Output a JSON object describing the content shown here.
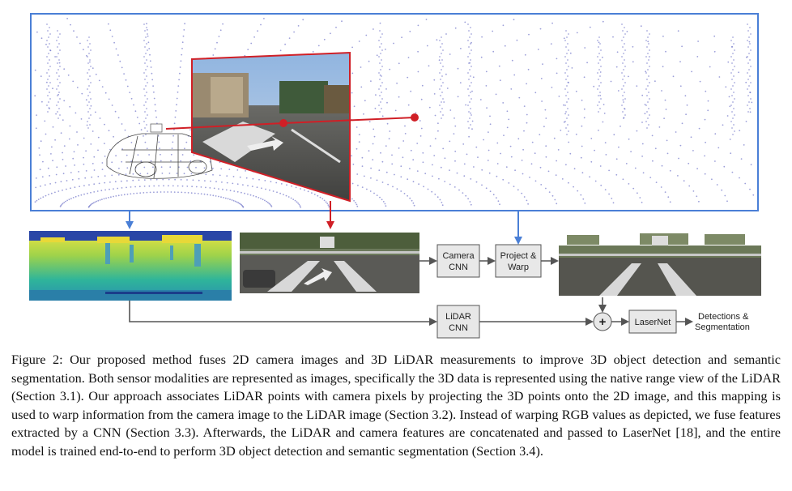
{
  "diagram": {
    "nodes": {
      "camera_cnn": [
        "Camera",
        "CNN"
      ],
      "project_warp": [
        "Project &",
        "Warp"
      ],
      "lidar_cnn": [
        "LiDAR",
        "CNN"
      ],
      "fuse": "+",
      "lasernet": "LaserNet",
      "output": [
        "Detections &",
        "Segmentation"
      ]
    },
    "colors": {
      "lidar_frame": "#4a7fd6",
      "projection": "#d01f26",
      "arrow": "#555555",
      "lidar_points": "#5a5fc0",
      "node_fill": "#e8e8e8",
      "node_stroke": "#555555"
    }
  },
  "caption": {
    "label": "Figure 2:",
    "text": "Our proposed method fuses 2D camera images and 3D LiDAR measurements to improve 3D object detection and semantic segmentation. Both sensor modalities are represented as images, specifically the 3D data is represented using the native range view of the LiDAR (Section 3.1). Our approach associates LiDAR points with camera pixels by projecting the 3D points onto the 2D image, and this mapping is used to warp information from the camera image to the LiDAR image (Section 3.2). Instead of warping RGB values as depicted, we fuse features extracted by a CNN (Section 3.3). Afterwards, the LiDAR and camera features are concatenated and passed to LaserNet [18], and the entire model is trained end-to-end to perform 3D object detection and semantic segmentation (Section 3.4)."
  }
}
